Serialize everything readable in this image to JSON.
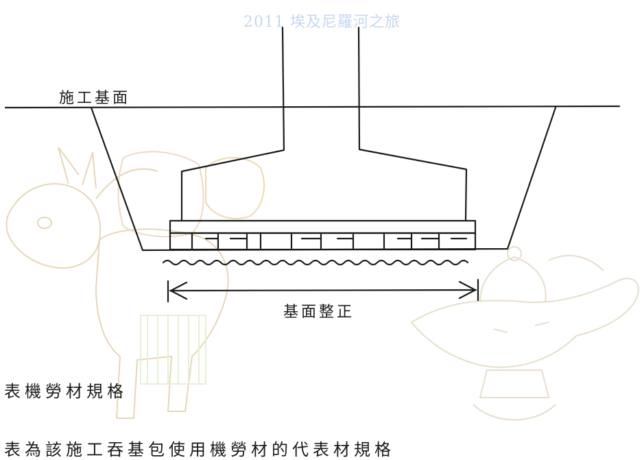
{
  "watermark": {
    "title": "2011 埃及尼羅河之旅"
  },
  "diagram": {
    "ground_label": "施工基面",
    "dimension_label": "基面整正"
  },
  "text": {
    "line1": "表機勞材規格",
    "line2": "表為該施工吞基包使用機勞材的代表材規格"
  },
  "colors": {
    "ink": "#1a1a1a",
    "watermark_blue": "#c5d7ee",
    "watermark_sketch": "#e9d8b8"
  }
}
